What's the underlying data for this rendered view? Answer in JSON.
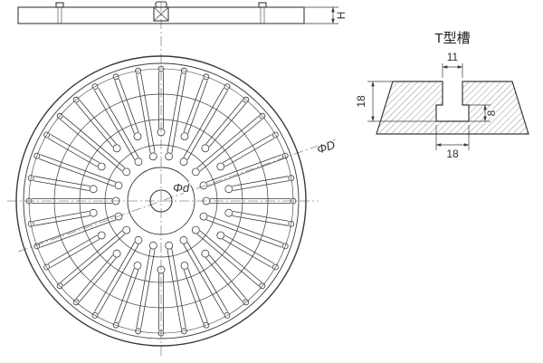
{
  "side_view": {
    "height_label": "H"
  },
  "front_view": {
    "outer_diameter_label": "ΦD",
    "center_hole_label": "Φd"
  },
  "detail_view": {
    "title": "T型槽",
    "slot_opening_width": "11",
    "slot_total_depth": "18",
    "slot_bottom_width": "18",
    "slot_lip_height": "8"
  },
  "colors": {
    "line": "#3a3a3a",
    "background": "#ffffff"
  }
}
